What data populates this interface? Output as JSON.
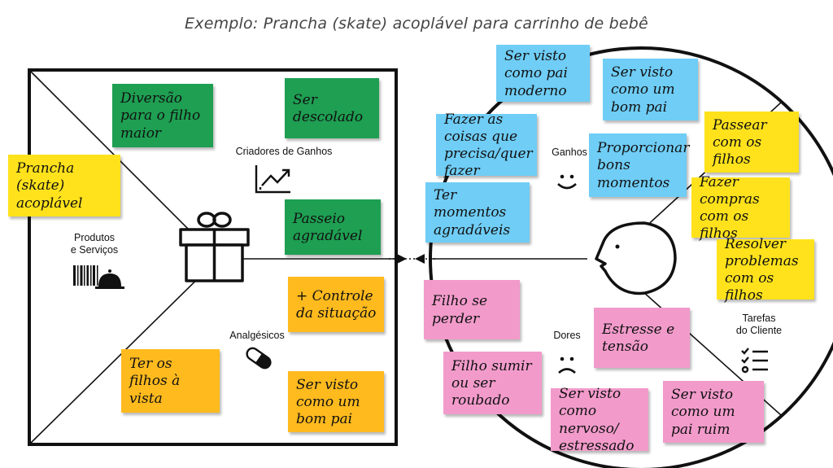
{
  "title": "Exemplo: Prancha (skate) acoplável para carrinho de bebê",
  "labels": {
    "gain_creators": "Criadores de Ganhos",
    "products_line1": "Produtos",
    "products_line2": "e Serviços",
    "pain_relievers": "Analgésicos",
    "gains": "Ganhos",
    "pains": "Dores",
    "jobs_line1": "Tarefas",
    "jobs_line2": "do Cliente"
  },
  "value_map": {
    "gain_creators": [
      "Diversão para o filho maior",
      "Ser descolado",
      "Passeio agradável"
    ],
    "products": [
      "Prancha (skate) acoplável"
    ],
    "pain_relievers": [
      "+ Controle da situação",
      "Ter os filhos à vista",
      "Ser visto como um bom pai"
    ]
  },
  "customer_profile": {
    "gains": [
      "Ser visto como pai moderno",
      "Ser visto como um bom pai",
      "Fazer as coisas que precisa/quer fazer",
      "Proporcionar bons momentos",
      "Ter momentos agradáveis"
    ],
    "jobs": [
      "Passear com os filhos",
      "Fazer compras com os filhos",
      "Resolver problemas com os filhos"
    ],
    "pains": [
      "Filho se perder",
      "Estresse e tensão",
      "Filho sumir ou ser roubado",
      "Ser visto como nervoso/ estressado",
      "Ser visto como um pai ruim"
    ]
  },
  "colors": {
    "gain_creator_note": "#1e9f52",
    "product_note": "#ffe21c",
    "pain_reliever_note": "#ffba1e",
    "gain_note": "#6fcdf6",
    "job_note": "#ffe21c",
    "pain_note": "#f29bcb"
  },
  "icons": [
    "trend-up-chart-icon",
    "gift-icon",
    "barcode-service-bell-icon",
    "pill-icon",
    "smiley-face-icon",
    "sad-face-icon",
    "customer-head-icon",
    "checklist-icon"
  ]
}
